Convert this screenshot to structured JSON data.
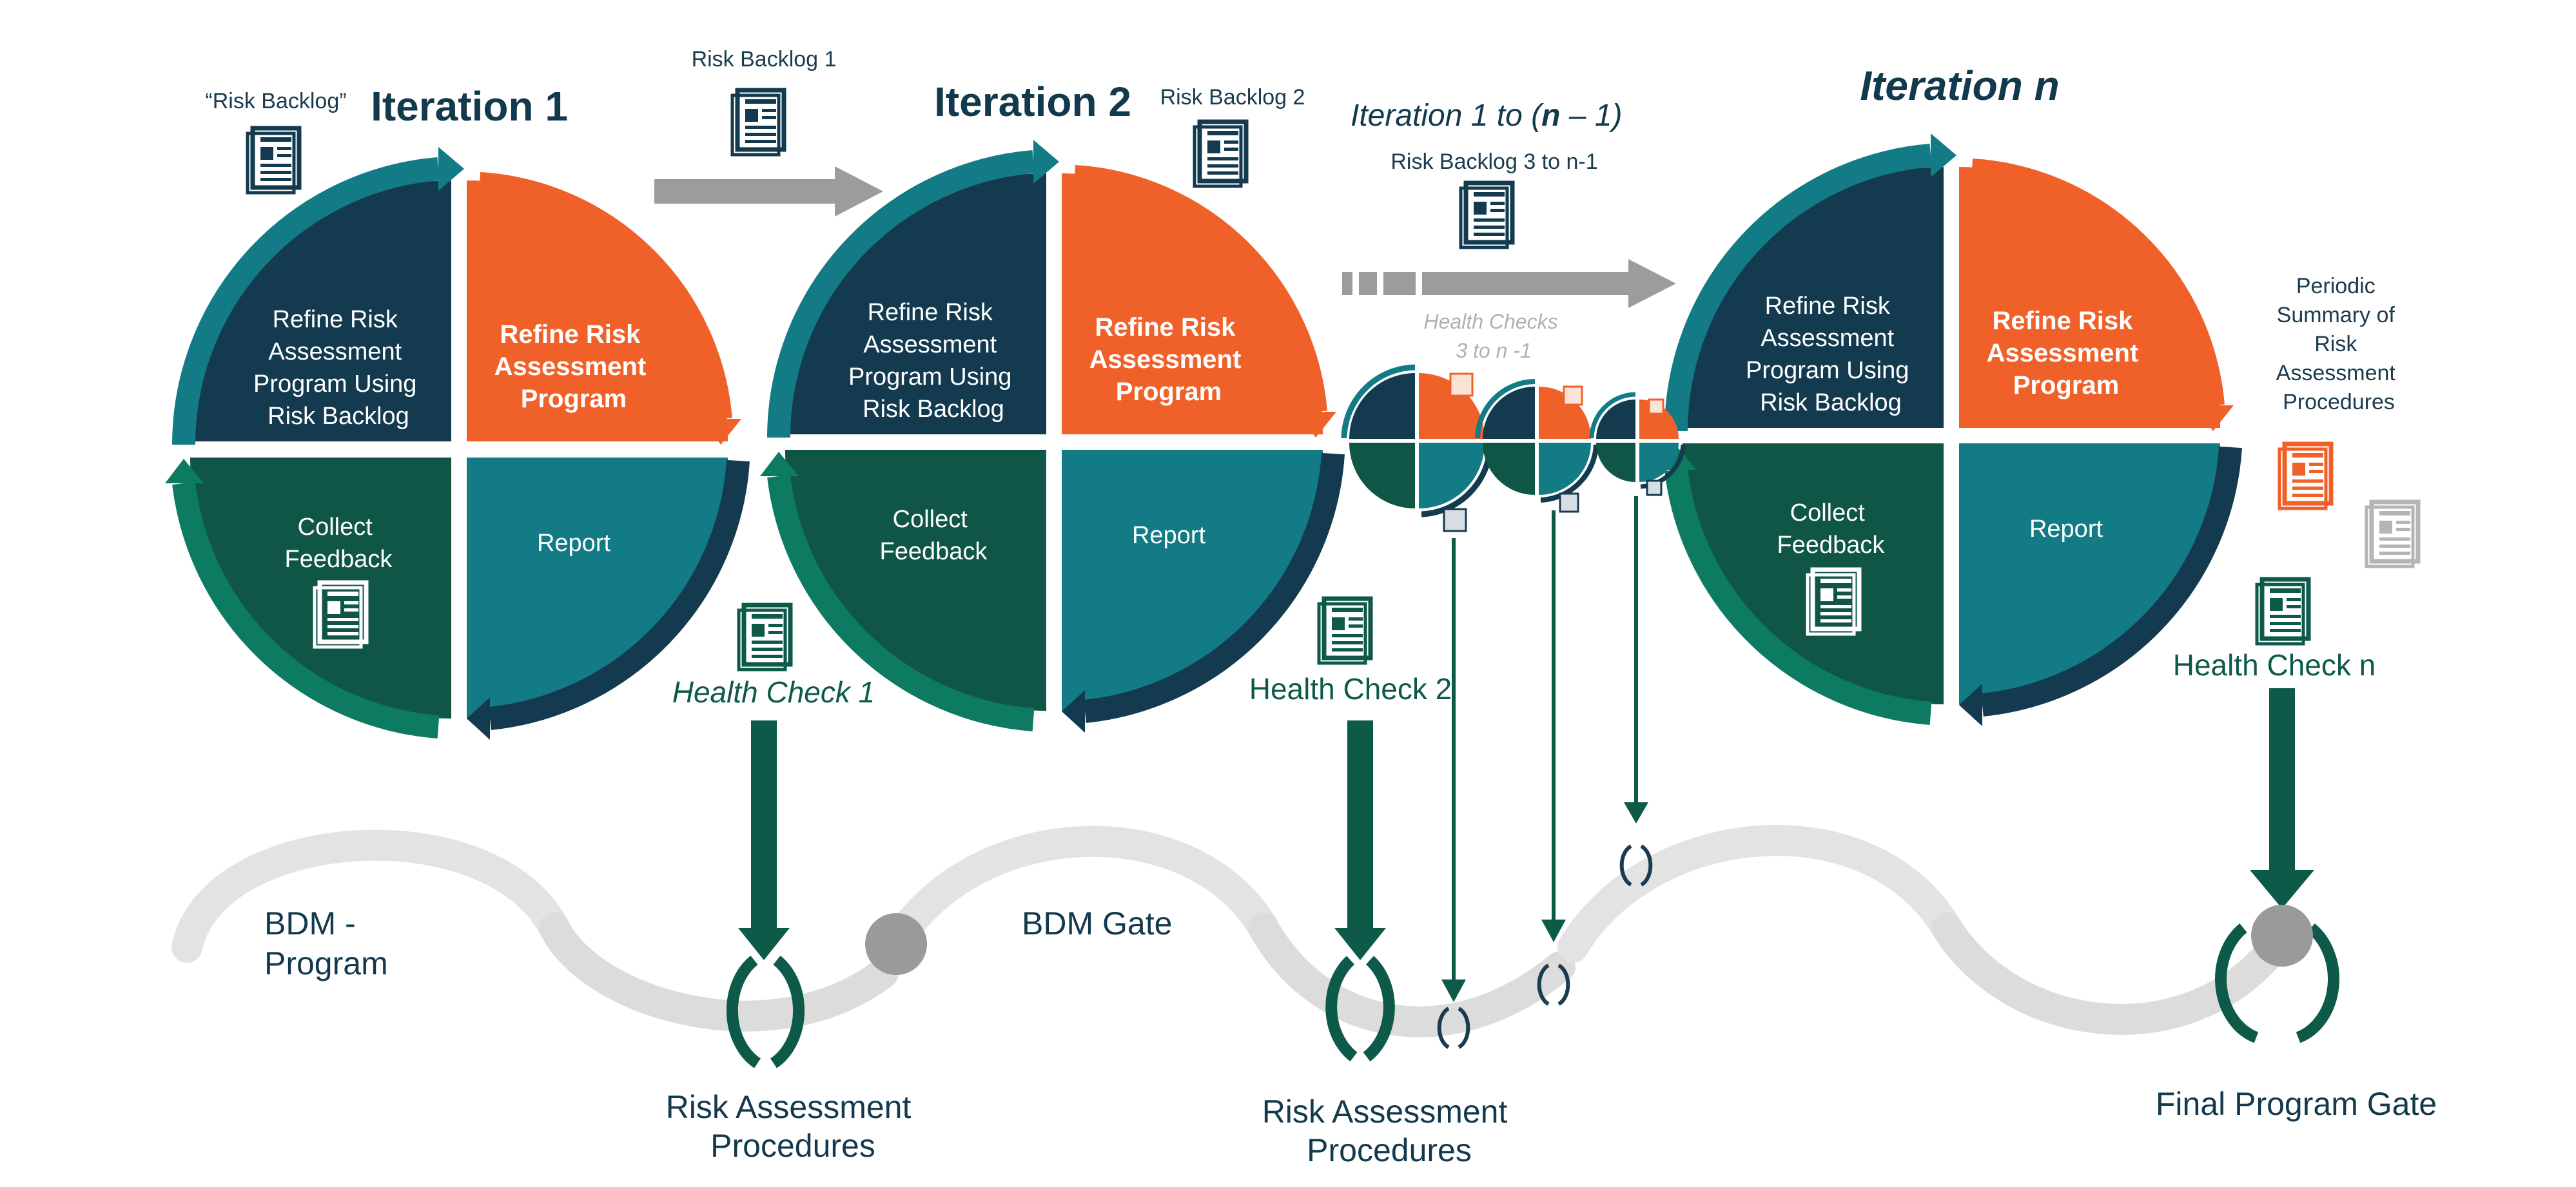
{
  "colors": {
    "navy": "#133a4f",
    "teal": "#137b85",
    "dark_green": "#0f5647",
    "green": "#0d7a62",
    "orange": "#f0612a",
    "grey_arrow": "#9c9c9c",
    "light_grey": "#dedede",
    "health_green": "#0d5a48"
  },
  "quadrant_labels": {
    "refine_program_using_backlog": [
      "Refine Risk",
      "Assessment",
      "Program Using",
      "Risk Backlog"
    ],
    "refine_program": [
      "Refine Risk",
      "Assessment",
      "Program"
    ],
    "collect_feedback": [
      "Collect",
      "Feedback"
    ],
    "report": "Report"
  },
  "iterations": [
    {
      "title": "Iteration 1",
      "backlog_label": "“Risk Backlog”",
      "health_check": "Health Check 1"
    },
    {
      "title": "Iteration 2",
      "backlog_label": "Risk Backlog 2",
      "health_check": "Health Check 2"
    },
    {
      "title": "Iteration n",
      "health_check": "Health Check n"
    }
  ],
  "between": {
    "risk_backlog_1": "Risk Backlog 1",
    "range_title_prefix": "Iteration 1 to (",
    "range_title_n": "n",
    "range_title_suffix": " – 1)",
    "risk_backlog_range": "Risk Backlog 3 to n-1",
    "health_checks_range": [
      "Health Checks",
      "3 to n -1"
    ]
  },
  "periodic_summary": [
    "Periodic",
    "Summary of",
    "Risk",
    "Assessment",
    "Procedures"
  ],
  "gates": {
    "bdm_program": [
      "BDM -",
      "Program"
    ],
    "bdm_gate": "BDM Gate",
    "risk_assessment_procedures": [
      "Risk Assessment",
      "Procedures"
    ],
    "final_program_gate": "Final Program Gate"
  },
  "icons": [
    "document-icon",
    "arrow-right-icon",
    "arrow-down-icon",
    "gate-ring-icon"
  ]
}
